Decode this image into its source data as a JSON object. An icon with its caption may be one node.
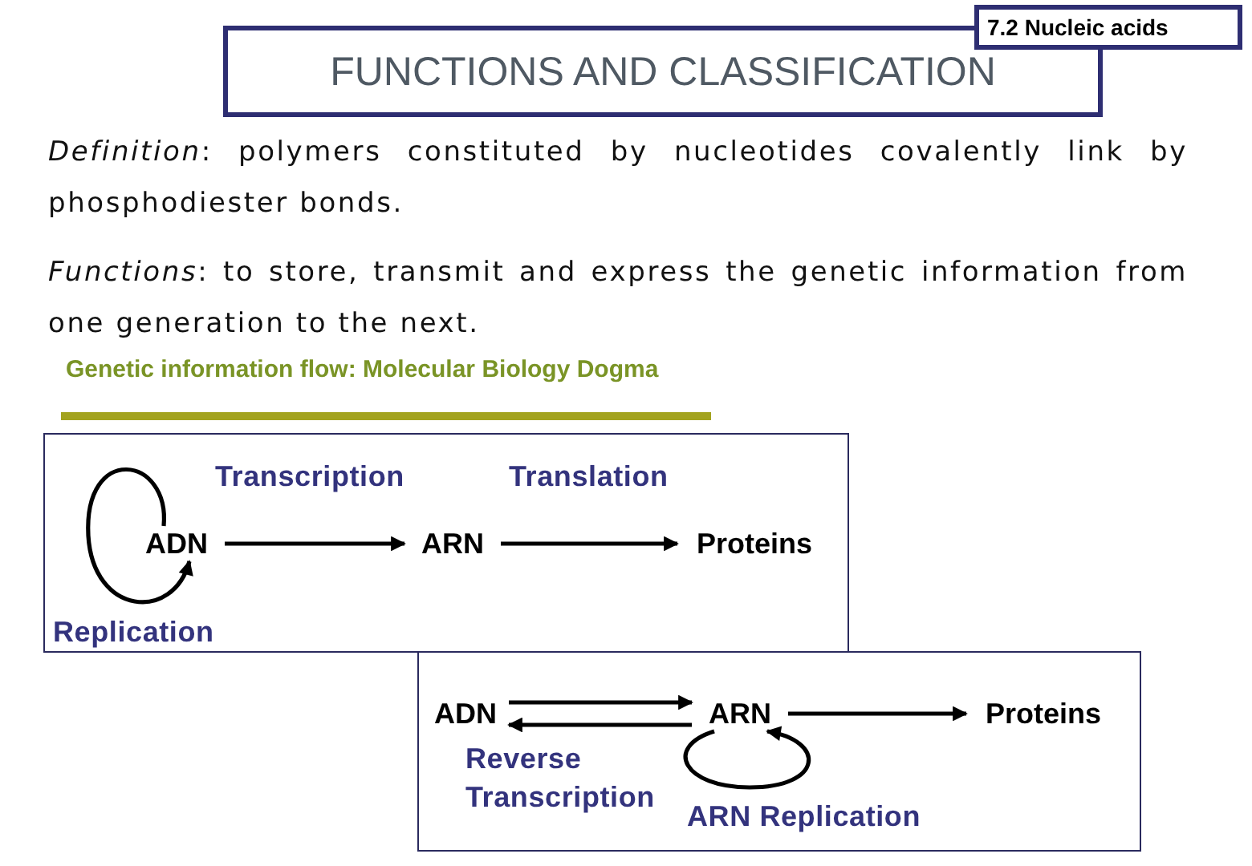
{
  "diagram": {
    "title": "FUNCTIONS AND CLASSIFICATION",
    "nodes": [
      {
        "text": [
          "7.2 Nucleic acids"
        ]
      },
      {
        "text": [],
        "shape": "box"
      },
      {
        "text": [
          "ADN"
        ],
        "in": 1
      },
      {
        "text": [
          "ARN"
        ],
        "in": 1
      },
      {
        "text": [
          "Proteins"
        ],
        "in": 1
      },
      {
        "text": [],
        "shape": "box"
      },
      {
        "text": [
          "ADN"
        ],
        "in": 5
      },
      {
        "text": [
          "ARN"
        ],
        "in": 5
      },
      {
        "text": [
          "Proteins"
        ],
        "in": 5
      }
    ],
    "edges": [
      {
        "from": 2,
        "to": 2,
        "arrow": "to",
        "label": "Replication"
      },
      {
        "from": 2,
        "to": 3,
        "arrow": "to",
        "label": "Transcription"
      },
      {
        "from": 3,
        "to": 4,
        "arrow": "to",
        "label": "Translation"
      },
      {
        "from": 6,
        "to": 7,
        "arrow": "to"
      },
      {
        "from": 7,
        "to": 6,
        "arrow": "to",
        "label": "Reverse Transcription"
      },
      {
        "from": 7,
        "to": 7,
        "arrow": "to",
        "label": "ARN Replication"
      },
      {
        "from": 7,
        "to": 8,
        "arrow": "to"
      }
    ],
    "labels": [
      "*Definition*: polymers constituted by nucleotides covalently link by phosphodiester bonds.",
      "*Functions*: to store, transmit and express the genetic information from one generation to the next.",
      "Genetic information flow: Molecular Biology Dogma"
    ]
  }
}
